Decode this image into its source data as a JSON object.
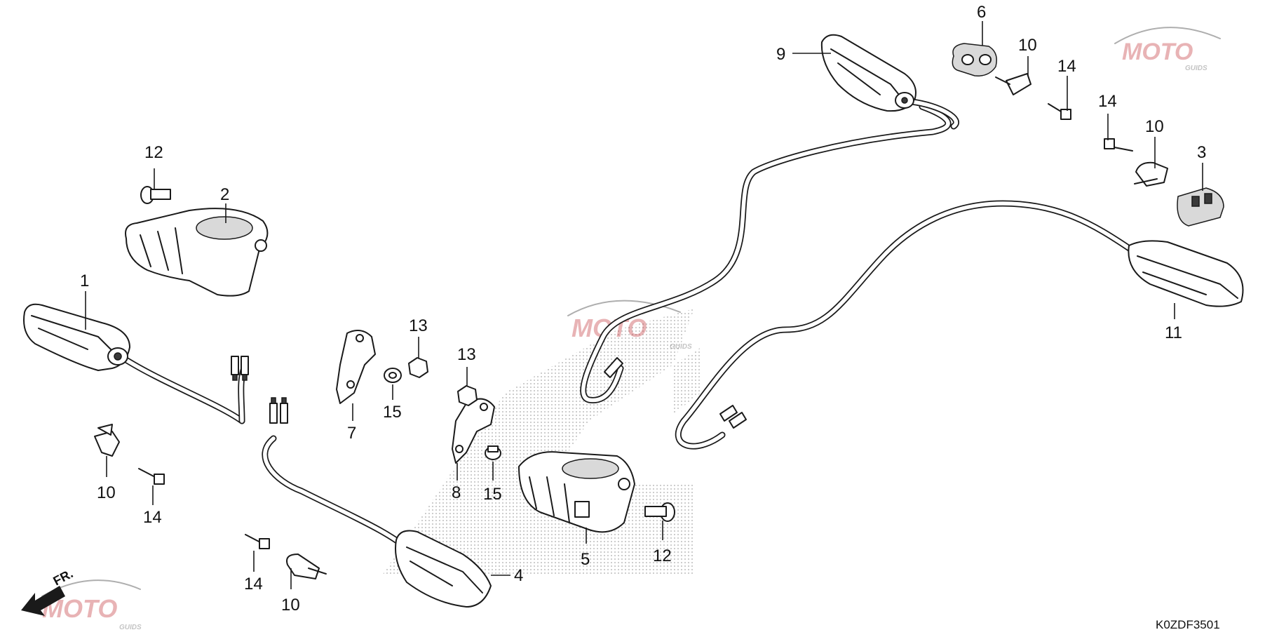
{
  "diagram_code": "K0ZDF3501",
  "front_indicator": "FR.",
  "watermark": {
    "text": "MOTO",
    "subtext": "GUIDS",
    "color_primary": "#c0272d",
    "color_secondary": "#2b3a8c"
  },
  "callouts": {
    "c1": "1",
    "c2": "2",
    "c3": "3",
    "c4": "4",
    "c5": "5",
    "c6": "6",
    "c7": "7",
    "c8": "8",
    "c9": "9",
    "c10a": "10",
    "c10b": "10",
    "c10c": "10",
    "c10d": "10",
    "c11": "11",
    "c12a": "12",
    "c12b": "12",
    "c13a": "13",
    "c13b": "13",
    "c14a": "14",
    "c14b": "14",
    "c14c": "14",
    "c14d": "14",
    "c15a": "15",
    "c15b": "15"
  }
}
